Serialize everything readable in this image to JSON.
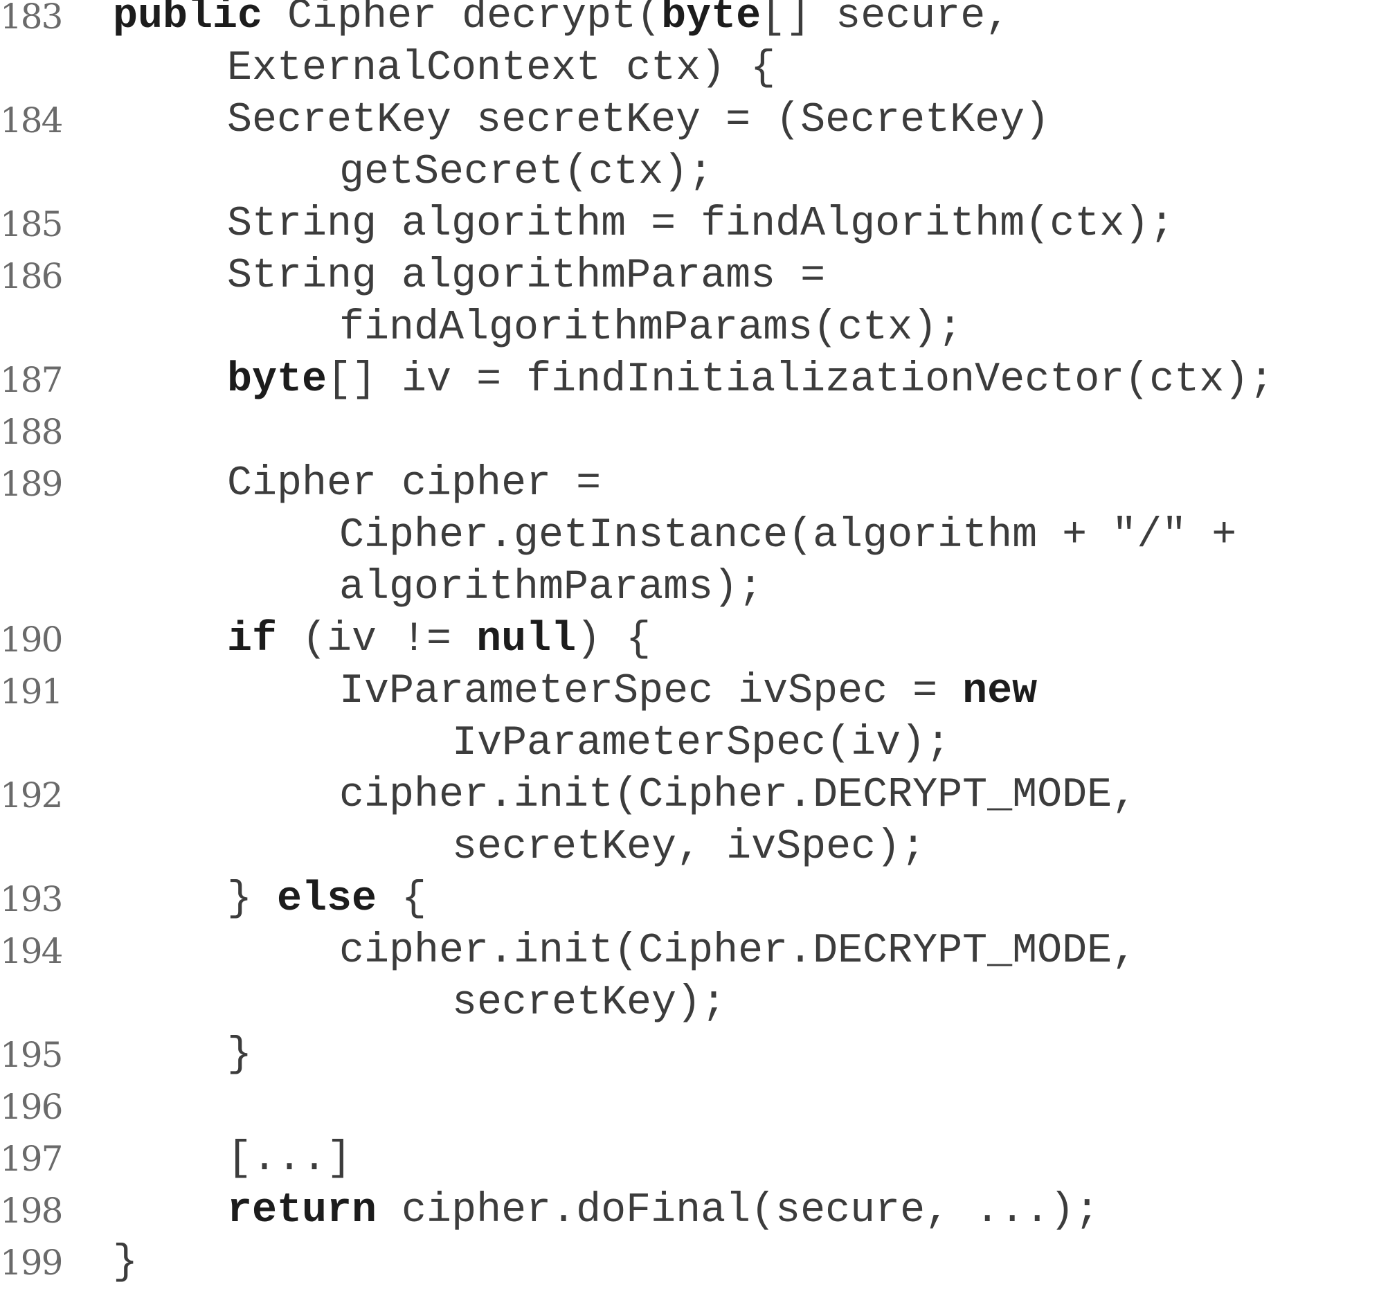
{
  "listing": {
    "lines": [
      {
        "number": "183",
        "segments": [
          {
            "text": "public",
            "kw": true
          },
          {
            "text": " Cipher decrypt(",
            "kw": false
          },
          {
            "text": "byte",
            "kw": true
          },
          {
            "text": "[] secure,",
            "kw": false
          }
        ]
      },
      {
        "number": "",
        "segments": [
          {
            "text": "ExternalContext ctx) {",
            "kw": false
          }
        ]
      },
      {
        "number": "184",
        "segments": [
          {
            "text": "SecretKey secretKey = (SecretKey)",
            "kw": false
          }
        ]
      },
      {
        "number": "",
        "segments": [
          {
            "text": "getSecret(ctx);",
            "kw": false
          }
        ]
      },
      {
        "number": "185",
        "segments": [
          {
            "text": "String algorithm = findAlgorithm(ctx);",
            "kw": false
          }
        ]
      },
      {
        "number": "186",
        "segments": [
          {
            "text": "String algorithmParams =",
            "kw": false
          }
        ]
      },
      {
        "number": "",
        "segments": [
          {
            "text": "findAlgorithmParams(ctx);",
            "kw": false
          }
        ]
      },
      {
        "number": "187",
        "segments": [
          {
            "text": "byte",
            "kw": true
          },
          {
            "text": "[] iv = findInitializationVector(ctx);",
            "kw": false
          }
        ]
      },
      {
        "number": "188",
        "segments": []
      },
      {
        "number": "189",
        "segments": [
          {
            "text": "Cipher cipher =",
            "kw": false
          }
        ]
      },
      {
        "number": "",
        "segments": [
          {
            "text": "Cipher.getInstance(algorithm + \"/\" +",
            "kw": false
          }
        ]
      },
      {
        "number": "",
        "segments": [
          {
            "text": "algorithmParams);",
            "kw": false
          }
        ]
      },
      {
        "number": "190",
        "segments": [
          {
            "text": "if",
            "kw": true
          },
          {
            "text": " (iv != ",
            "kw": false
          },
          {
            "text": "null",
            "kw": true
          },
          {
            "text": ") {",
            "kw": false
          }
        ]
      },
      {
        "number": "191",
        "segments": [
          {
            "text": "IvParameterSpec ivSpec = ",
            "kw": false
          },
          {
            "text": "new",
            "kw": true
          }
        ]
      },
      {
        "number": "",
        "segments": [
          {
            "text": "IvParameterSpec(iv);",
            "kw": false
          }
        ]
      },
      {
        "number": "192",
        "segments": [
          {
            "text": "cipher.init(Cipher.DECRYPT_MODE,",
            "kw": false
          }
        ]
      },
      {
        "number": "",
        "segments": [
          {
            "text": "secretKey, ivSpec);",
            "kw": false
          }
        ]
      },
      {
        "number": "193",
        "segments": [
          {
            "text": "} ",
            "kw": false
          },
          {
            "text": "else",
            "kw": true
          },
          {
            "text": " {",
            "kw": false
          }
        ]
      },
      {
        "number": "194",
        "segments": [
          {
            "text": "cipher.init(Cipher.DECRYPT_MODE,",
            "kw": false
          }
        ]
      },
      {
        "number": "",
        "segments": [
          {
            "text": "secretKey);",
            "kw": false
          }
        ]
      },
      {
        "number": "195",
        "segments": [
          {
            "text": "}",
            "kw": false
          }
        ]
      },
      {
        "number": "196",
        "segments": []
      },
      {
        "number": "197",
        "segments": [
          {
            "text": "[...]",
            "kw": false
          }
        ]
      },
      {
        "number": "198",
        "segments": [
          {
            "text": "return",
            "kw": true
          },
          {
            "text": " cipher.doFinal(secure, ...);",
            "kw": false
          }
        ]
      },
      {
        "number": "199",
        "segments": [
          {
            "text": "}",
            "kw": false
          }
        ]
      }
    ]
  }
}
